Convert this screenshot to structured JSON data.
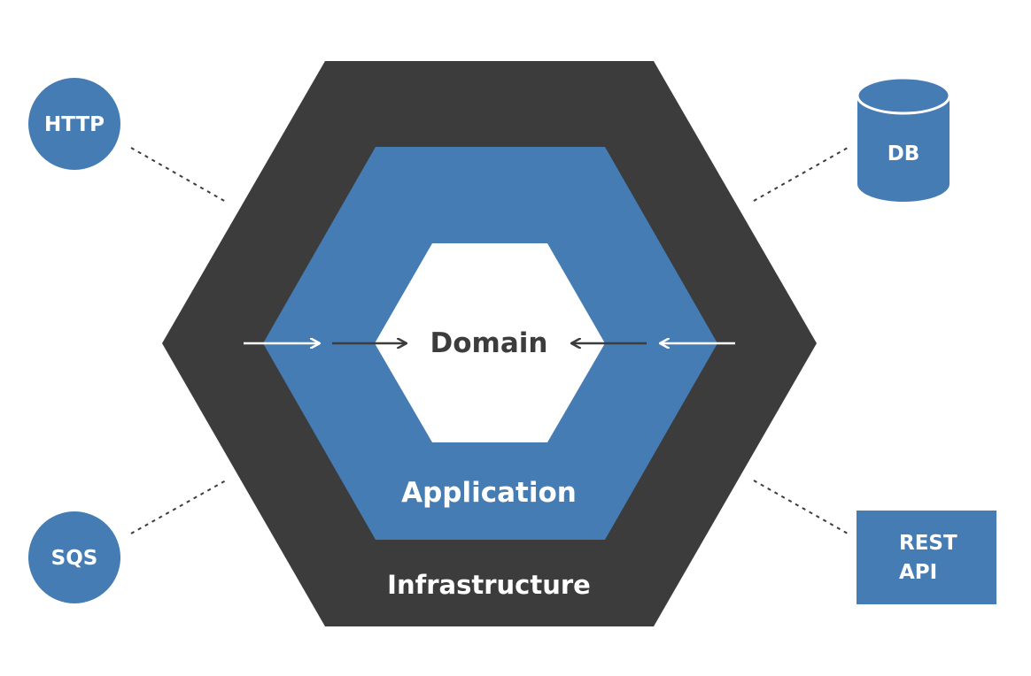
{
  "layers": {
    "domain": "Domain",
    "application": "Application",
    "infrastructure": "Infrastructure"
  },
  "adapters": {
    "http": "HTTP",
    "sqs": "SQS",
    "db": "DB",
    "rest_line1": "REST",
    "rest_line2": "API"
  },
  "colors": {
    "infrastructure": "#3c3c3c",
    "application": "#447cb3",
    "domain": "#ffffff",
    "adapter": "#447cb3",
    "db_top": "#5a90c4",
    "connector": "#3c3c3c",
    "arrow_outer": "#ffffff",
    "arrow_inner": "#3c3c3c"
  }
}
